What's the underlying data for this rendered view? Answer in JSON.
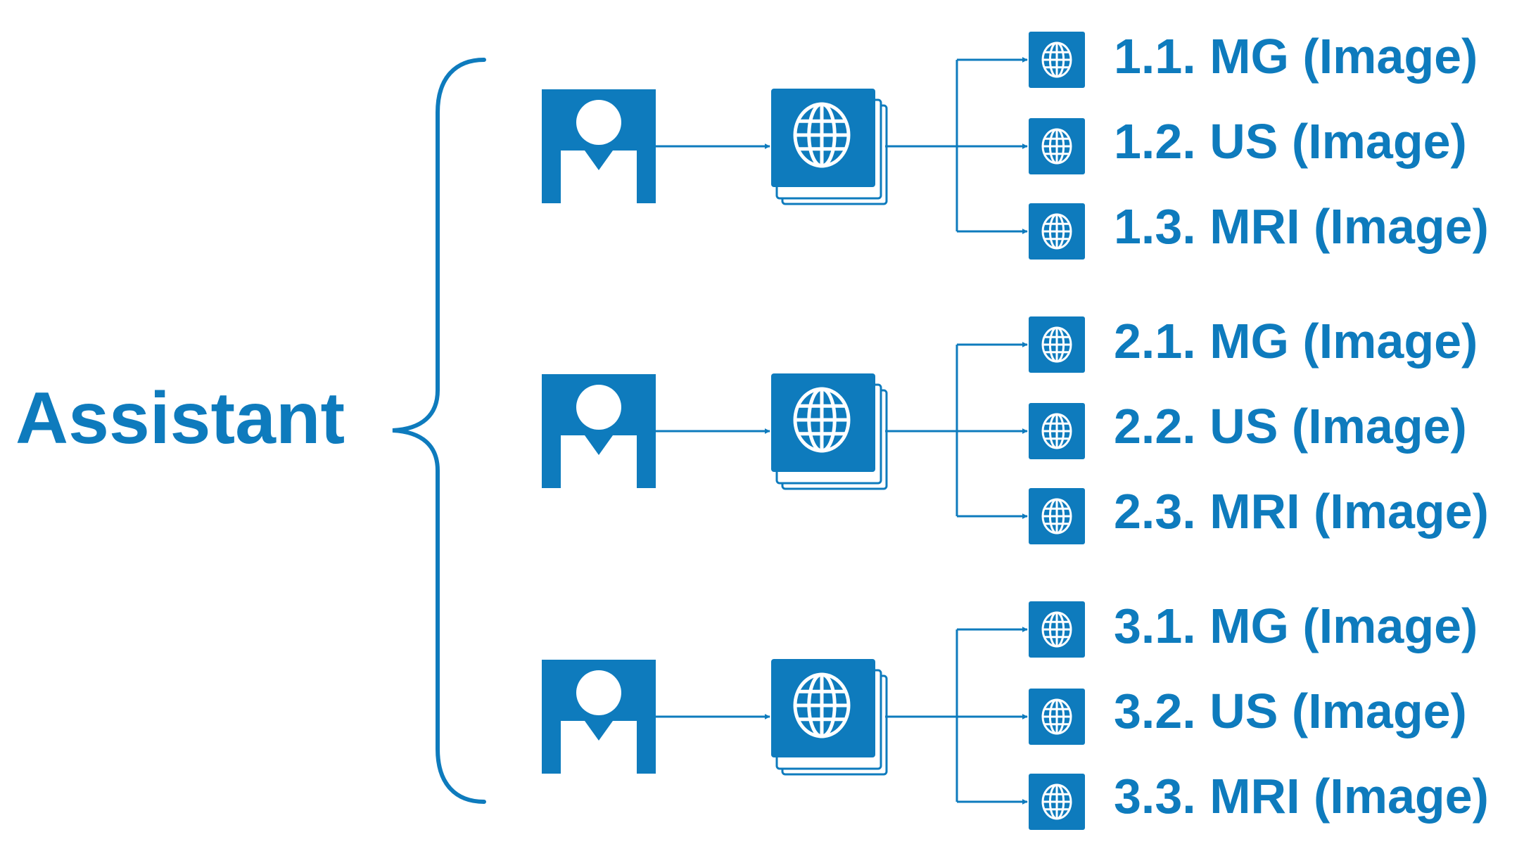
{
  "colors": {
    "accent": "#0e7bbd",
    "background": "#ffffff"
  },
  "root": {
    "label": "Assistant"
  },
  "groups": [
    {
      "person_icon": "person-icon",
      "stack_icon": "globe-stack-icon",
      "leaves": [
        {
          "label": "1.1. MG (Image)",
          "icon": "globe-icon"
        },
        {
          "label": "1.2. US (Image)",
          "icon": "globe-icon"
        },
        {
          "label": "1.3. MRI (Image)",
          "icon": "globe-icon"
        }
      ]
    },
    {
      "person_icon": "person-icon",
      "stack_icon": "globe-stack-icon",
      "leaves": [
        {
          "label": "2.1. MG (Image)",
          "icon": "globe-icon"
        },
        {
          "label": "2.2. US (Image)",
          "icon": "globe-icon"
        },
        {
          "label": "2.3. MRI (Image)",
          "icon": "globe-icon"
        }
      ]
    },
    {
      "person_icon": "person-icon",
      "stack_icon": "globe-stack-icon",
      "leaves": [
        {
          "label": "3.1. MG (Image)",
          "icon": "globe-icon"
        },
        {
          "label": "3.2. US (Image)",
          "icon": "globe-icon"
        },
        {
          "label": "3.3. MRI (Image)",
          "icon": "globe-icon"
        }
      ]
    }
  ]
}
